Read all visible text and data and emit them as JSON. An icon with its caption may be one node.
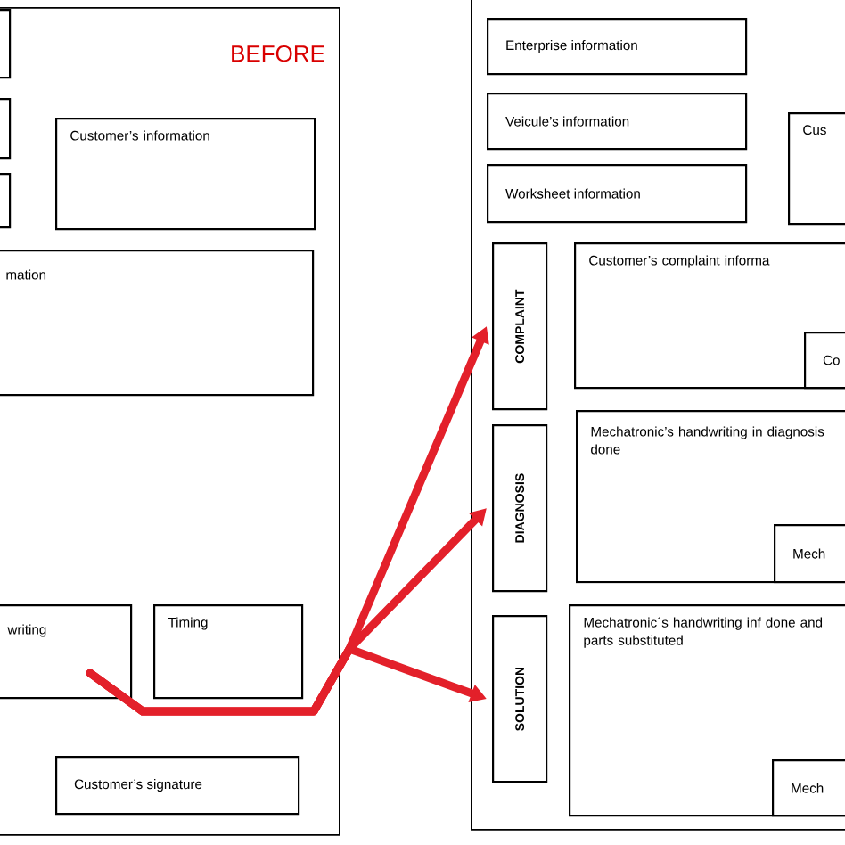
{
  "diagram": {
    "nodes": [
      {
        "text": [
          "BEFORE"
        ]
      },
      {
        "text": [],
        "shape": "box",
        "in": 0
      },
      {
        "text": [],
        "shape": "box",
        "in": 0
      },
      {
        "text": [],
        "shape": "box",
        "in": 0
      },
      {
        "text": [
          "Customer’s information"
        ],
        "in": 0
      },
      {
        "text": [
          "mation"
        ],
        "in": 0
      },
      {
        "text": [
          "writing"
        ],
        "in": 0
      },
      {
        "text": [
          "Timing"
        ],
        "in": 0
      },
      {
        "text": [
          "Customer’s signature"
        ],
        "in": 0
      },
      {
        "text": [],
        "shape": "box"
      },
      {
        "text": [
          "Enterprise information"
        ],
        "in": 9
      },
      {
        "text": [
          "Veicule’s information"
        ],
        "in": 9
      },
      {
        "text": [
          "Worksheet information"
        ],
        "in": 9
      },
      {
        "text": [
          "Cus"
        ],
        "in": 9
      },
      {
        "text": [
          "COMPLAINT"
        ],
        "in": 9
      },
      {
        "text": [
          "Customer’s complaint informa"
        ],
        "in": 9
      },
      {
        "text": [
          "Co"
        ],
        "in": 15
      },
      {
        "text": [
          "DIAGNOSIS"
        ],
        "in": 9
      },
      {
        "text": [
          "Mechatronic’s handwriting in diagnosis done"
        ],
        "in": 9
      },
      {
        "text": [
          "Mech"
        ],
        "in": 18
      },
      {
        "text": [
          "SOLUTION"
        ],
        "in": 9
      },
      {
        "text": [
          "Mechatronic´s handwriting inf done and parts substituted"
        ],
        "in": 9
      },
      {
        "text": [
          "Mech"
        ],
        "in": 21
      }
    ],
    "edges": [
      {
        "from": 6,
        "to": 14,
        "arrow": "to"
      },
      {
        "from": 6,
        "to": 17,
        "arrow": "to"
      },
      {
        "from": 6,
        "to": 20,
        "arrow": "to"
      }
    ]
  }
}
